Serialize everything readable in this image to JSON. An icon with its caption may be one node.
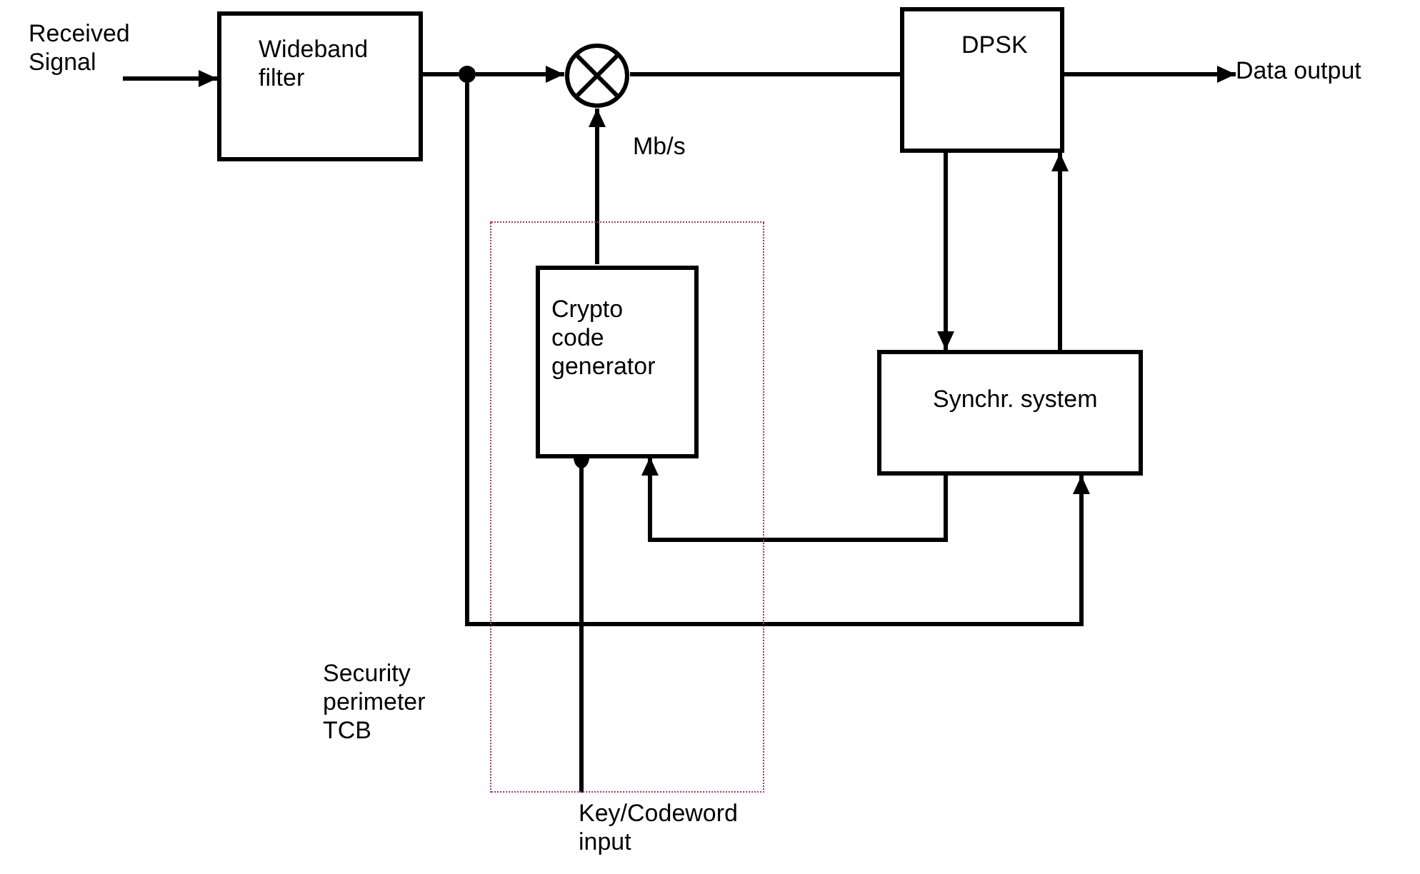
{
  "diagram": {
    "nodes": [
      {
        "text": [
          "Received Signal"
        ]
      },
      {
        "text": [
          "Wideband filter"
        ]
      },
      {
        "text": [],
        "shape": "circle"
      },
      {
        "text": [],
        "shape": "circle"
      },
      {
        "text": [
          "DPSK"
        ]
      },
      {
        "text": [
          "Data output"
        ]
      },
      {
        "text": [],
        "shape": "box",
        "beside": [
          "Security perimeter TCB"
        ]
      },
      {
        "text": [
          "Crypto code generator"
        ],
        "in": 6
      },
      {
        "text": [
          "Synchr. system"
        ]
      },
      {
        "text": [
          "Key/Codeword input"
        ]
      }
    ],
    "edges": [
      {
        "from": 0,
        "to": 1,
        "arrow": "to"
      },
      {
        "from": 1,
        "to": 2,
        "arrow": "none"
      },
      {
        "from": 2,
        "to": 3,
        "arrow": "to"
      },
      {
        "from": 3,
        "to": 4,
        "arrow": "none"
      },
      {
        "from": 4,
        "to": 5,
        "arrow": "to"
      },
      {
        "from": 7,
        "to": 3,
        "arrow": "to",
        "label": "Mb/s"
      },
      {
        "from": 4,
        "to": 8,
        "arrow": "to"
      },
      {
        "from": 8,
        "to": 4,
        "arrow": "to"
      },
      {
        "from": 8,
        "to": 7,
        "arrow": "to"
      },
      {
        "from": 2,
        "to": 8,
        "arrow": "to"
      },
      {
        "from": 9,
        "to": 7,
        "arrow": "other"
      }
    ]
  }
}
